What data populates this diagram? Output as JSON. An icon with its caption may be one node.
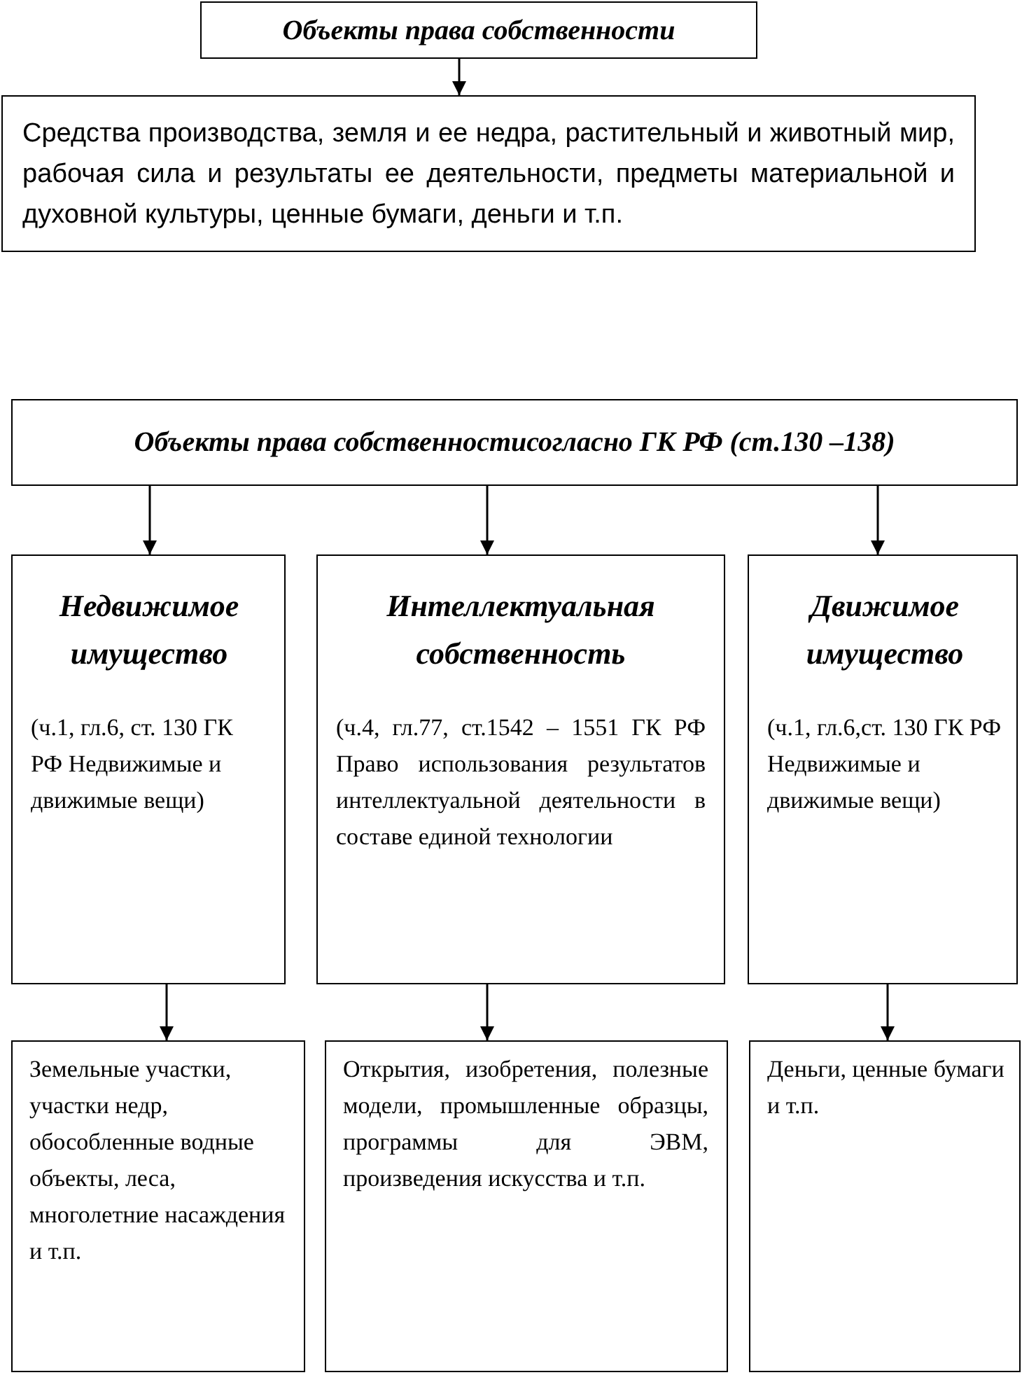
{
  "diagram": {
    "nodes": [
      {
        "text": [
          "Объекты права собственности"
        ]
      },
      {
        "text": [
          "Средства производства, земля и ее недра, растительный и животный мир, рабочая сила и результаты ее деятельности, предметы материальной и духовной культуры, ценные бумаги, деньги и т.п."
        ]
      },
      {
        "text": [
          "Объекты права собственностисогласно ГК РФ (ст.130 –138)"
        ]
      },
      {
        "text": [
          "Недвижимое имущество",
          "(ч.1, гл.6, ст. 130 ГК РФ Недвижимые и движимые вещи)"
        ]
      },
      {
        "text": [
          "Интеллектуальная собственность",
          "(ч.4, гл.77, ст.1542 – 1551 ГК РФ Право использования результатов интеллектуальной деятельности в составе единой технологии"
        ]
      },
      {
        "text": [
          "Движимое имущество",
          "(ч.1, гл.6,ст. 130 ГК РФ Недвижимые и движимые вещи)"
        ]
      },
      {
        "text": [
          "Земельные участки, участки недр, обособленные водные объекты, леса, многолетние насаждения и т.п."
        ]
      },
      {
        "text": [
          "Открытия, изобретения, полезные модели, промышленные образцы, программы для ЭВМ, произведения искусства и т.п."
        ]
      },
      {
        "text": [
          "Деньги, ценные бумаги и т.п."
        ]
      }
    ],
    "edges": [
      {
        "from": 0,
        "to": 1,
        "arrow": "to"
      },
      {
        "from": 2,
        "to": 3,
        "arrow": "to"
      },
      {
        "from": 2,
        "to": 4,
        "arrow": "to"
      },
      {
        "from": 2,
        "to": 5,
        "arrow": "to"
      },
      {
        "from": 3,
        "to": 6,
        "arrow": "to"
      },
      {
        "from": 4,
        "to": 7,
        "arrow": "to"
      },
      {
        "from": 5,
        "to": 8,
        "arrow": "to"
      }
    ]
  }
}
